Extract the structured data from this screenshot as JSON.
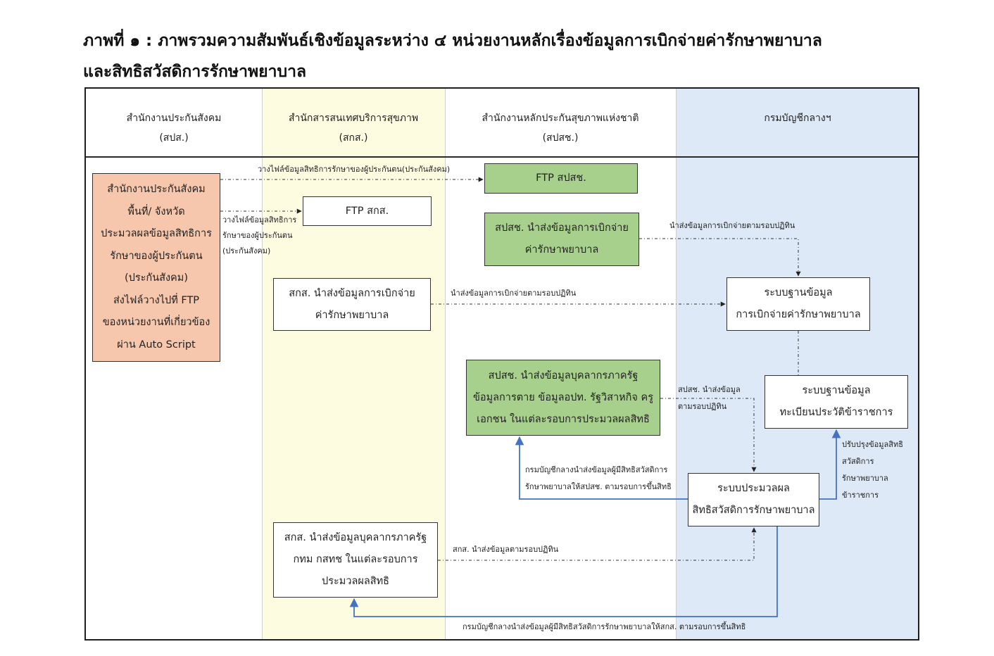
{
  "title": {
    "line1": "ภาพที่ ๑ : ภาพรวมความสัมพันธ์เชิงข้อมูลระหว่าง ๔ หน่วยงานหลักเรื่องข้อมูลการเบิกจ่ายค่ารักษาพยาบาล",
    "line2": "และสิทธิสวัสดิการรักษาพยาบาล"
  },
  "lanes": [
    {
      "name": "สำนักงานประกันสังคม",
      "abbr": "(สปส.)"
    },
    {
      "name": "สำนักสารสนเทศบริการสุขภาพ",
      "abbr": "(สกส.)"
    },
    {
      "name": "สำนักงานหลักประกันสุขภาพแห่งชาติ",
      "abbr": "(สปสช.)"
    },
    {
      "name": "กรมบัญชีกลางฯ",
      "abbr": ""
    }
  ],
  "nodes": {
    "sso": [
      "สำนักงานประกันสังคม",
      "พื้นที่/ จังหวัด",
      "ประมวลผลข้อมูลสิทธิการ",
      "รักษาของผู้ประกันตน",
      "(ประกันสังคม)",
      "ส่งไฟล์วางไปที่ FTP",
      "ของหน่วยงานที่เกี่ยวข้อง",
      "ผ่าน Auto Script"
    ],
    "ftp_nhso": [
      "FTP สปสช."
    ],
    "ftp_chi": [
      "FTP สกส."
    ],
    "nhso_claims": [
      "สปสช. นำส่งข้อมูลการเบิกจ่าย",
      "ค่ารักษาพยาบาล"
    ],
    "chi_claims": [
      "สกส. นำส่งข้อมูลการเบิกจ่าย",
      "ค่ารักษาพยาบาล"
    ],
    "claims_db": [
      "ระบบฐานข้อมูล",
      "การเบิกจ่ายค่ารักษาพยาบาล"
    ],
    "nhso_personnel": [
      "สปสช. นำส่งข้อมูลบุคลากรภาครัฐ",
      "ข้อมูลการตาย ข้อมูลอปท. รัฐวิสาหกิจ ครู",
      "เอกชน ในแต่ละรอบการประมวลผลสิทธิ"
    ],
    "registry_db": [
      "ระบบฐานข้อมูล",
      "ทะเบียนประวัติข้าราชการ"
    ],
    "processing": [
      "ระบบประมวลผล",
      "สิทธิสวัสดิการรักษาพยาบาล"
    ],
    "chi_personnel": [
      "สกส. นำส่งข้อมูลบุคลากรภาครัฐ",
      "กทม กสทช ในแต่ละรอบการ",
      "ประมวลผลสิทธิ"
    ]
  },
  "edge_labels": {
    "sso_to_ftp_nhso": [
      "วางไฟล์ข้อมูลสิทธิการรักษาของผู้ประกันตน(ประกันสังคม)"
    ],
    "sso_to_ftp_chi": [
      "วางไฟล์ข้อมูลสิทธิการ",
      "รักษาของผู้ประกันตน",
      "(ประกันสังคม)"
    ],
    "nhso_to_claims_db": [
      "นำส่งข้อมูลการเบิกจ่ายตามรอบปฏิทิน"
    ],
    "chi_to_claims_db": [
      "นำส่งข้อมูลการเบิกจ่ายตามรอบปฏิทิน"
    ],
    "nhso_personnel_to_processing": [
      "สปสช. นำส่งข้อมูล",
      "ตามรอบปฏิทิน"
    ],
    "processing_to_nhso": [
      "กรมบัญชีกลางนำส่งข้อมูลผู้มีสิทธิสวัสดิการ",
      "รักษาพยาบาลให้สปสช. ตามรอบการขึ้นสิทธิ"
    ],
    "processing_to_registry": [
      "ปรับปรุงข้อมูลสิทธิ",
      "สวัสดิการ",
      "รักษาพยาบาล",
      "ข้าราชการ"
    ],
    "chi_personnel_to_processing": [
      "สกส. นำส่งข้อมูลตามรอบปฏิทิน"
    ],
    "processing_to_chi": [
      "กรมบัญชีกลางนำส่งข้อมูลผู้มีสิทธิสวัสดิการรักษาพยาบาลให้สกส. ตามรอบการขึ้นสิทธิ"
    ]
  },
  "colors": {
    "sso_box": "#f6c7ac",
    "nhso_box": "#a8d08d",
    "chi_lane": "#fdfce0",
    "cgd_lane": "#dde9f6",
    "return_arrow": "#4472c4",
    "dotted_arrow": "#333333"
  }
}
